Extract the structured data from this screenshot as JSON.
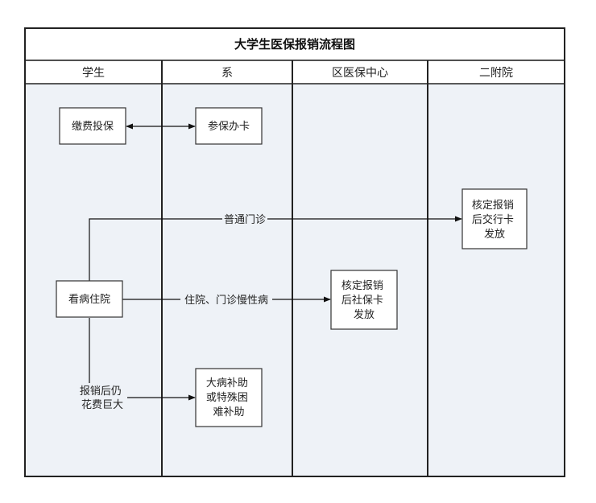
{
  "title": "大学生医保报销流程图",
  "lanes": [
    "学生",
    "系",
    "区医保中心",
    "二附院"
  ],
  "nodes": {
    "pay": [
      "缴费投保"
    ],
    "card": [
      "参保办卡"
    ],
    "visit": [
      "看病住院"
    ],
    "hospital_reimburse": [
      "核定报销",
      "后交行卡",
      "发放"
    ],
    "center_reimburse": [
      "核定报销",
      "后社保卡",
      "发放"
    ],
    "subsidy": [
      "大病补助",
      "或特殊困",
      "难补助"
    ]
  },
  "edges": {
    "outpatient": "普通门诊",
    "inpatient": "住院、门诊慢性病",
    "costly": [
      "报销后仍",
      "花费巨大"
    ]
  },
  "colors": {
    "border": "#222222",
    "lane_bg": "#eef2f7",
    "box_bg": "#ffffff"
  }
}
